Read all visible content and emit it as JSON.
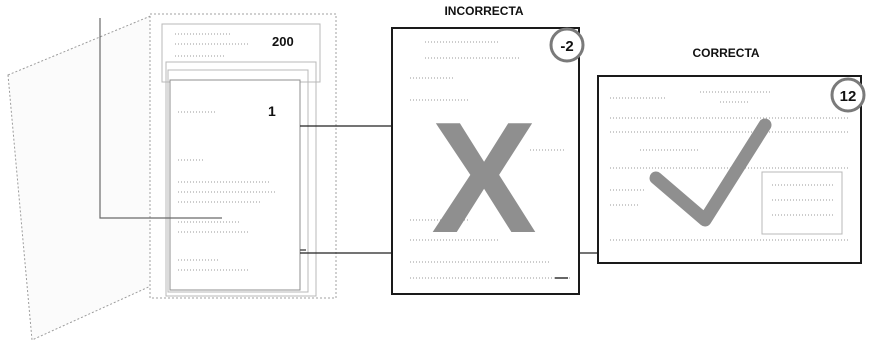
{
  "labels": {
    "incorrect": "INCORRECTA",
    "correct": "CORRECTA"
  },
  "binder": {
    "top_number": "200",
    "sheet_number": "1"
  },
  "incorrect_page": {
    "page_number": "-2",
    "mark": "X"
  },
  "correct_page": {
    "page_number": "12"
  },
  "colors": {
    "outline": "#1a1a1a",
    "mark_gray": "#8f8f8f",
    "circle": "#7a7a7a"
  }
}
